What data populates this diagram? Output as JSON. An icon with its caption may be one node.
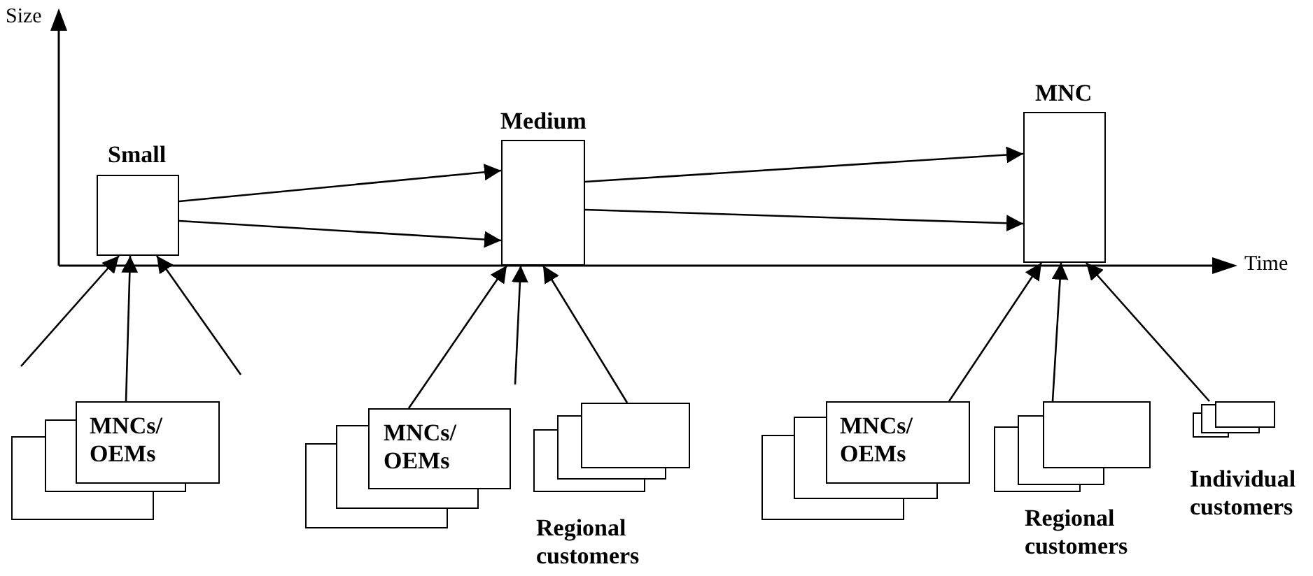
{
  "diagram": {
    "nodes": [
      {
        "text": [
          "Small"
        ]
      },
      {
        "text": [
          "Medium"
        ]
      },
      {
        "text": [
          "MNC"
        ]
      },
      {
        "text": [
          "MNCs/ OEMs"
        ]
      },
      {
        "text": [
          "MNCs/ OEMs"
        ]
      },
      {
        "text": [
          "Regional customers"
        ]
      },
      {
        "text": [
          "MNCs/ OEMs"
        ]
      },
      {
        "text": [
          "Regional customers"
        ]
      },
      {
        "text": [
          "Individual customers"
        ]
      }
    ],
    "edges": [
      {
        "from": 0,
        "to": 1,
        "arrow": "to"
      },
      {
        "from": 0,
        "to": 1,
        "arrow": "to"
      },
      {
        "from": 1,
        "to": 2,
        "arrow": "to"
      },
      {
        "from": 1,
        "to": 2,
        "arrow": "to"
      },
      {
        "from": null,
        "to": 0,
        "arrow": "to"
      },
      {
        "from": 3,
        "to": 0,
        "arrow": "to"
      },
      {
        "from": null,
        "to": 0,
        "arrow": "to"
      },
      {
        "from": 4,
        "to": 1,
        "arrow": "to"
      },
      {
        "from": null,
        "to": 1,
        "arrow": "to"
      },
      {
        "from": 5,
        "to": 1,
        "arrow": "to"
      },
      {
        "from": 6,
        "to": 2,
        "arrow": "to"
      },
      {
        "from": 7,
        "to": 2,
        "arrow": "to"
      },
      {
        "from": 8,
        "to": 2,
        "arrow": "to"
      }
    ],
    "labels": [
      "Size",
      "Time"
    ]
  }
}
